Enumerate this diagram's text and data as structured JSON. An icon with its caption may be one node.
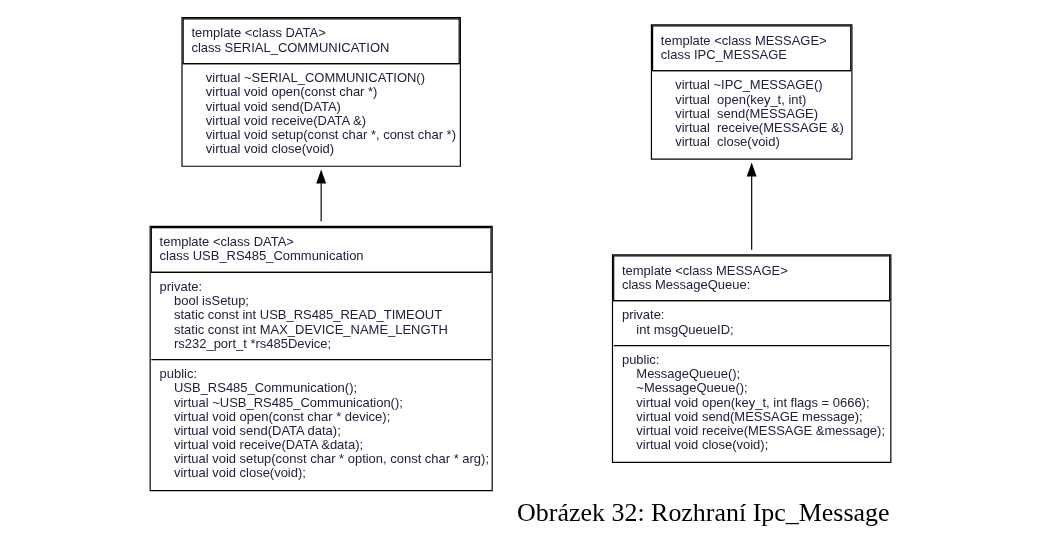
{
  "diagram": {
    "caption": "Obrázek 32: Rozhraní Ipc_Message",
    "nodes": [
      {
        "text": [
          "template <class DATA>",
          "class SERIAL_COMMUNICATION",
          "virtual ~SERIAL_COMMUNICATION()",
          "virtual void open(const char *)",
          "virtual void send(DATA)",
          "virtual void receive(DATA &)",
          "virtual void setup(const char *, const char *)",
          "virtual void close(void)"
        ]
      },
      {
        "text": [
          "template <class DATA>",
          "class USB_RS485_Communication",
          "private:",
          "bool isSetup;",
          "static const int USB_RS485_READ_TIMEOUT",
          "static const int MAX_DEVICE_NAME_LENGTH",
          "rs232_port_t *rs485Device;",
          "public:",
          "USB_RS485_Communication();",
          "virtual ~USB_RS485_Communication();",
          "virtual void open(const char * device);",
          "virtual void send(DATA data);",
          "virtual void receive(DATA &data);",
          "virtual void setup(const char * option, const char * arg);",
          "virtual void close(void);"
        ]
      },
      {
        "text": [
          "template <class MESSAGE>",
          "class IPC_MESSAGE",
          "virtual ~IPC_MESSAGE()",
          "virtual  open(key_t, int)",
          "virtual  send(MESSAGE)",
          "virtual  receive(MESSAGE &)",
          "virtual  close(void)"
        ]
      },
      {
        "text": [
          "template <class MESSAGE>",
          "class MessageQueue:",
          "private:",
          "int msgQueueID;",
          "public:",
          "MessageQueue();",
          "~MessageQueue();",
          "virtual void open(key_t, int flags = 0666);",
          "virtual void send(MESSAGE message);",
          "virtual void receive(MESSAGE &message);",
          "virtual void close(void);"
        ]
      }
    ],
    "edges": [
      {
        "from": 1,
        "to": 0,
        "arrow": "to"
      },
      {
        "from": 3,
        "to": 2,
        "arrow": "to"
      }
    ]
  }
}
